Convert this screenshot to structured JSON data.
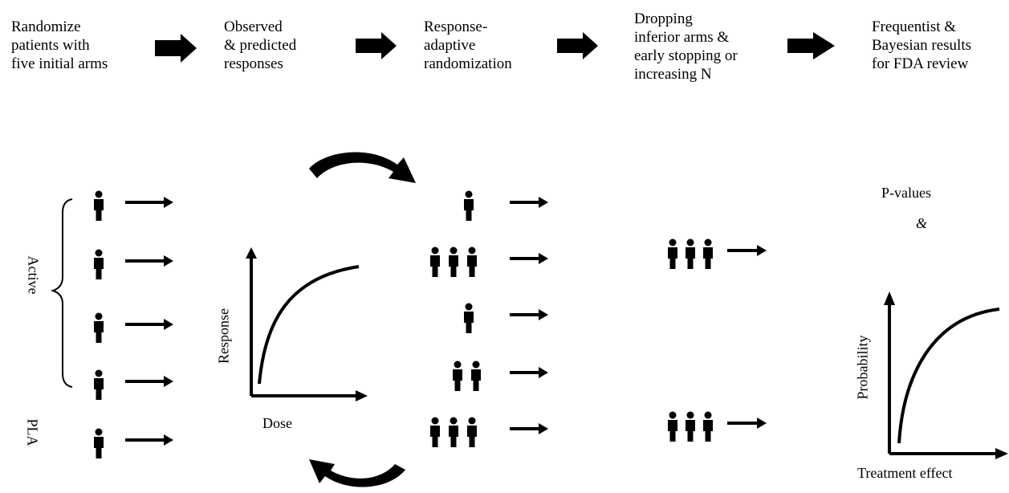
{
  "steps": [
    {
      "text": "Randomize\npatients with\nfive initial arms"
    },
    {
      "text": "Observed\n& predicted\nresponses"
    },
    {
      "text": "Response-\nadaptive\nrandomization"
    },
    {
      "text": "Dropping\ninferior arms &\nearly stopping or\nincreasing N"
    },
    {
      "text": "Frequentist &\nBayesian results\nfor FDA review"
    }
  ],
  "group_labels": {
    "active": "Active",
    "placebo": "PLA"
  },
  "dose_response_plot": {
    "xlabel": "Dose",
    "ylabel": "Response"
  },
  "result_labels": {
    "pvalues": "P-values",
    "ampersand": "&"
  },
  "probability_plot": {
    "xlabel": "Treatment effect",
    "ylabel": "Probability"
  },
  "adaptive_arm_sizes": [
    1,
    3,
    1,
    2,
    3
  ],
  "retained_arm_sizes": [
    3,
    3
  ],
  "initial_arm_count": 5
}
